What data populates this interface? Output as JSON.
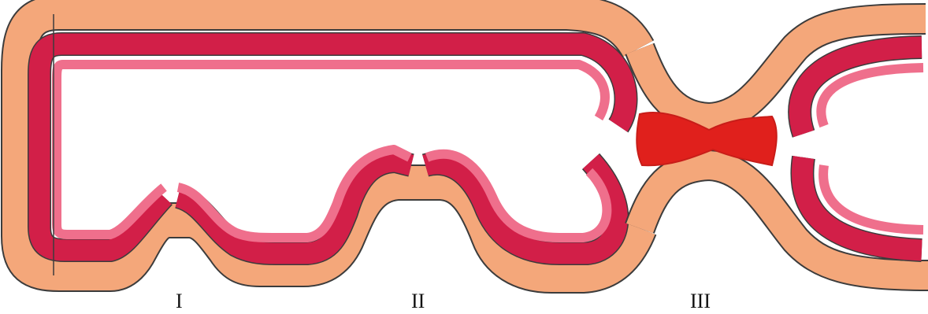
{
  "labels": {
    "stage_1": "I",
    "stage_2": "II",
    "stage_3": "III"
  },
  "colors": {
    "outer_layer": "#f4a77a",
    "middle_layer": "#d21f48",
    "inner_layer": "#ef6f8c",
    "outline": "#3c3c3c",
    "blockage": "#e0201c",
    "background": "#ffffff"
  }
}
